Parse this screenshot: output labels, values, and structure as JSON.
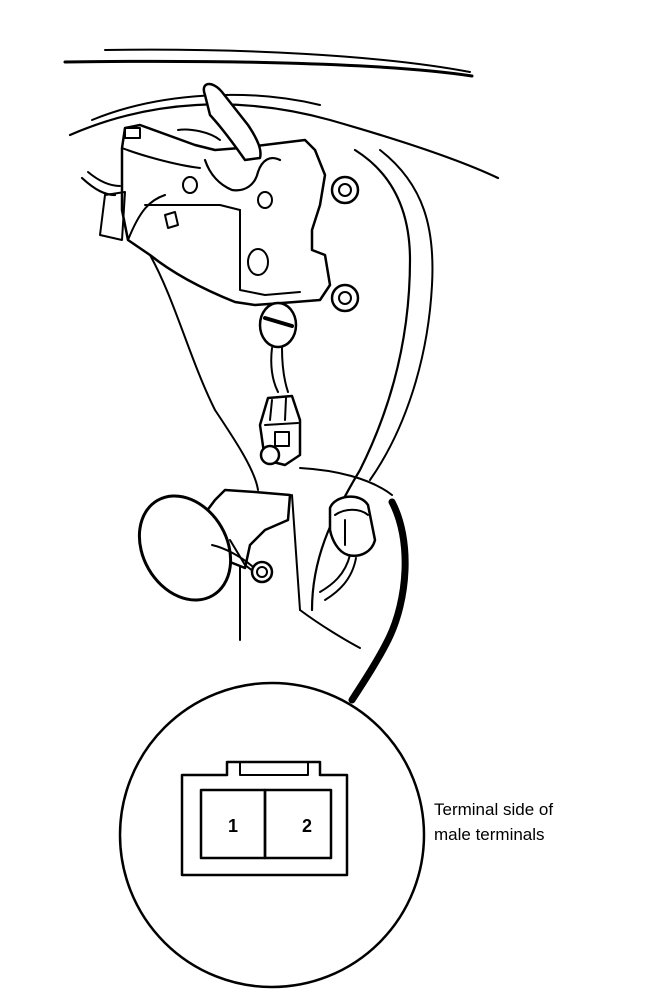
{
  "callout": {
    "caption_line1": "Terminal side of",
    "caption_line2": "male terminals"
  },
  "connector": {
    "terminals": [
      "1",
      "2"
    ]
  },
  "colors": {
    "ink": "#000000",
    "paper": "#ffffff"
  }
}
